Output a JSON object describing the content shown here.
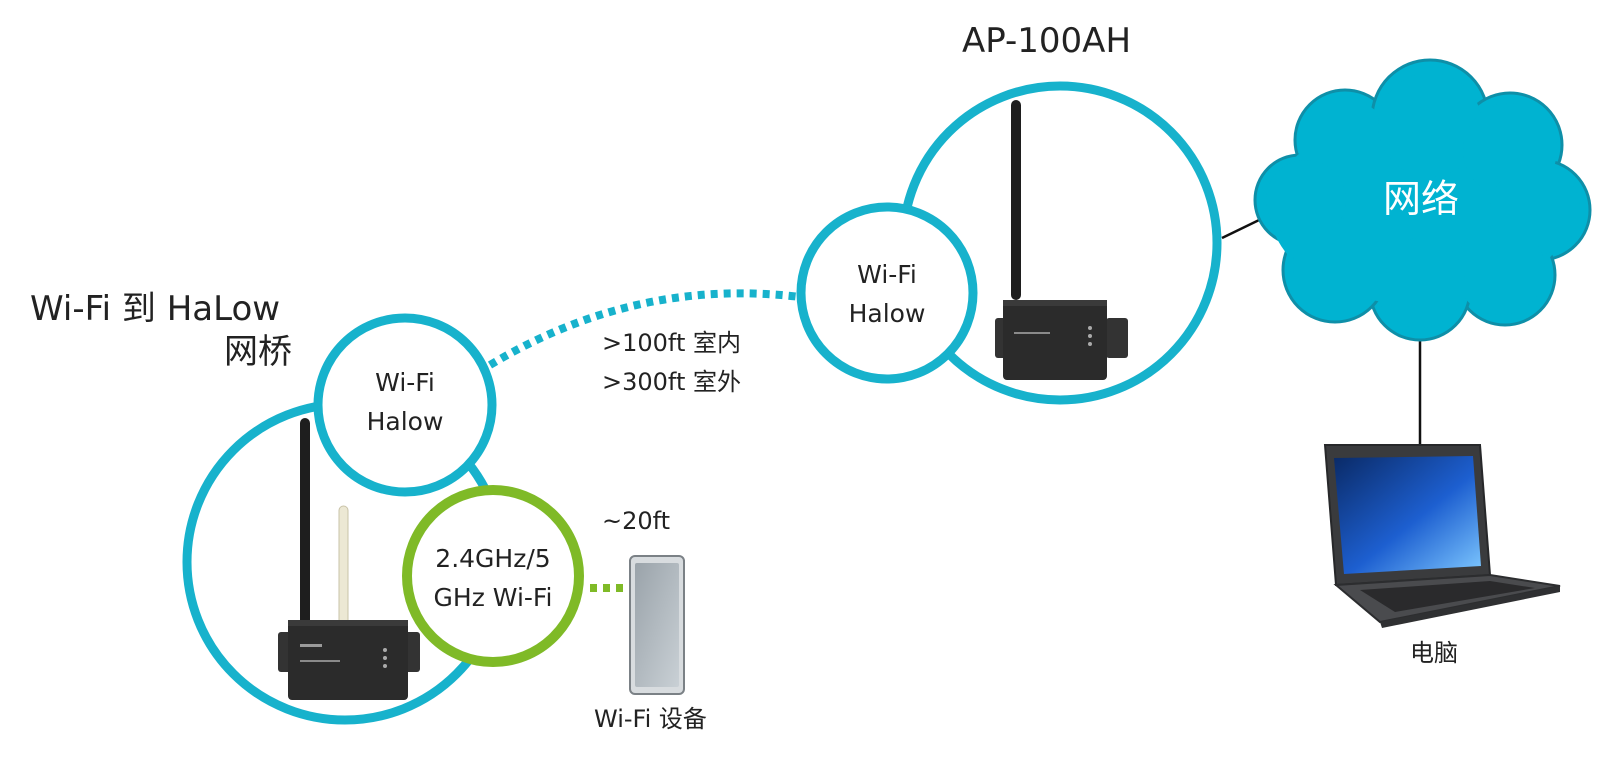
{
  "colors": {
    "halow_ring": "#17b2cc",
    "wifi_ring": "#7fba27",
    "cloud": "#00b3d1",
    "device_body": "#2b2b2b",
    "line": "#111111"
  },
  "bridge": {
    "title_line1": "Wi-Fi 到 HaLow",
    "title_line2": "网桥",
    "halow_ring_line1": "Wi-Fi",
    "halow_ring_line2": "Halow",
    "wifi_ring_line1": "2.4GHz/5",
    "wifi_ring_line2": "GHz Wi-Fi",
    "device_icon": "halow-bridge-router-icon"
  },
  "link_halow": {
    "range_indoor": ">100ft 室内",
    "range_outdoor": ">300ft 室外"
  },
  "link_wifi": {
    "range": "~20ft"
  },
  "wifi_device": {
    "label": "Wi-Fi 设备",
    "icon": "tablet-icon"
  },
  "access_point": {
    "title": "AP-100AH",
    "ring_line1": "Wi-Fi",
    "ring_line2": "Halow",
    "device_icon": "access-point-router-icon"
  },
  "network": {
    "label": "网络",
    "icon": "cloud-icon"
  },
  "computer": {
    "label": "电脑",
    "icon": "laptop-icon"
  }
}
